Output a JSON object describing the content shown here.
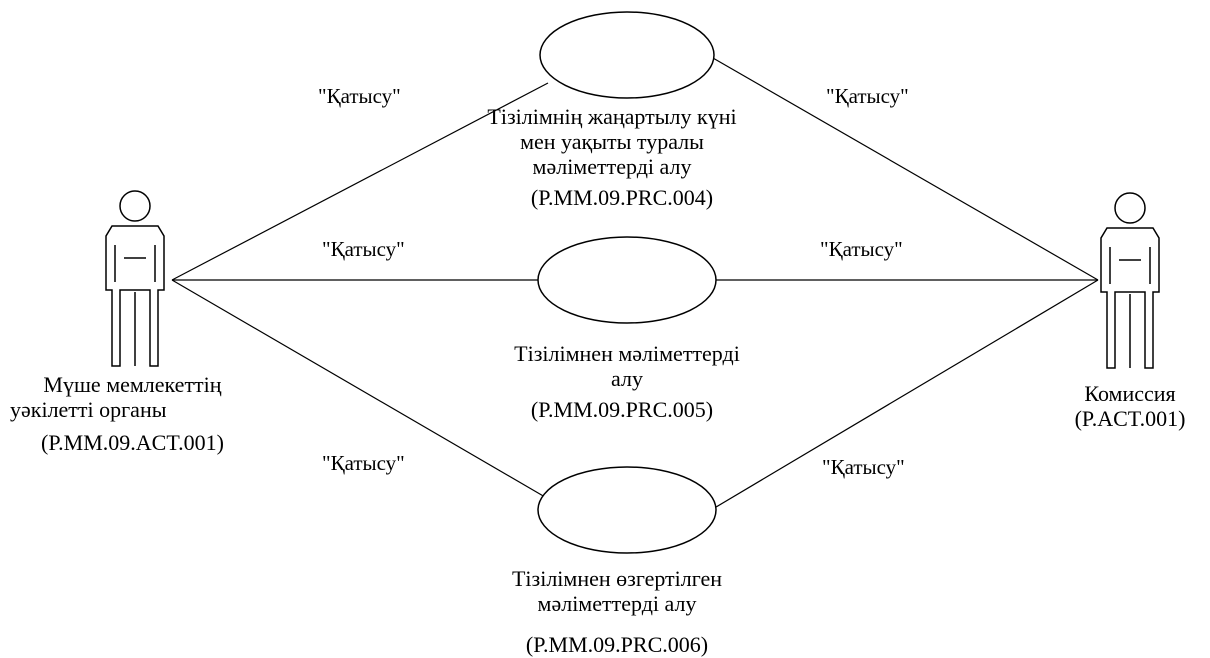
{
  "actors": {
    "left": {
      "name_lines": [
        "Мүше мемлекеттің",
        "уәкілетті органы"
      ],
      "code": "(P.MM.09.ACT.001)"
    },
    "right": {
      "name_lines": [
        "Комиссия"
      ],
      "code": "(P.ACT.001)"
    }
  },
  "use_cases": [
    {
      "lines": [
        "Тізілімнің жаңартылу күні",
        "мен уақыты туралы",
        "мәліметтерді алу"
      ],
      "code": "(P.MM.09.PRC.004)"
    },
    {
      "lines": [
        "Тізілімнен мәліметтерді",
        "алу"
      ],
      "code": "(P.MM.09.PRC.005)"
    },
    {
      "lines": [
        "Тізілімнен өзгертілген",
        "мәліметтерді алу"
      ],
      "code": "(P.MM.09.PRC.006)"
    }
  ],
  "relations": {
    "label": "\"Қатысу\""
  }
}
